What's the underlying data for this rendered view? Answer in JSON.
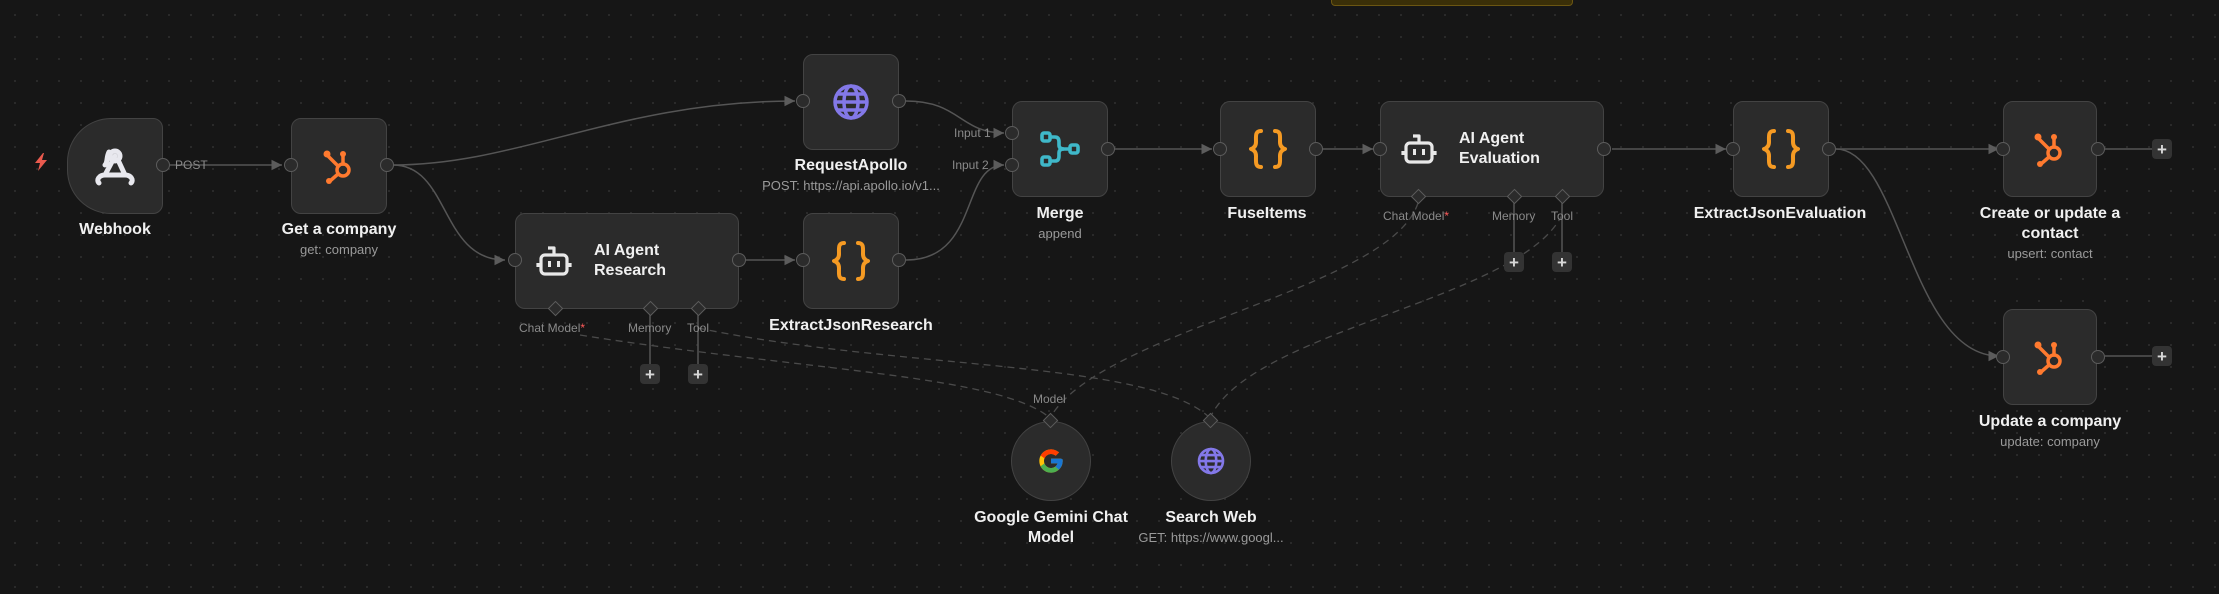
{
  "canvas": {
    "background": "#161616",
    "accent_colors": {
      "hubspot": "#ff7a2f",
      "json": "#f59a23",
      "http": "#8378e8",
      "merge": "#3fb8c9",
      "trigger": "#ea5a4e",
      "required": "#ff5a5a"
    }
  },
  "nodes": {
    "webhook": {
      "title": "Webhook",
      "icon": "webhook-icon",
      "output_label": "POST"
    },
    "get_company": {
      "title": "Get a company",
      "subtitle": "get: company",
      "icon": "hubspot-icon"
    },
    "request_apollo": {
      "title": "RequestApollo",
      "subtitle": "POST: https://api.apollo.io/v1...",
      "icon": "globe-icon"
    },
    "ai_agent_research": {
      "title_line1": "AI Agent",
      "title_line2": "Research",
      "icon": "robot-icon",
      "ports": {
        "chat_model": "Chat Model",
        "required": "*",
        "memory": "Memory",
        "tool": "Tool"
      }
    },
    "extract_json_research": {
      "title": "ExtractJsonResearch",
      "icon": "braces-icon"
    },
    "merge": {
      "title": "Merge",
      "subtitle": "append",
      "icon": "merge-icon",
      "input1": "Input 1",
      "input2": "Input 2"
    },
    "fuse_items": {
      "title": "FuseItems",
      "icon": "braces-icon"
    },
    "ai_agent_evaluation": {
      "title_line1": "AI Agent",
      "title_line2": "Evaluation",
      "icon": "robot-icon",
      "ports": {
        "chat_model": "Chat Model",
        "required": "*",
        "memory": "Memory",
        "tool": "Tool"
      }
    },
    "extract_json_evaluation": {
      "title": "ExtractJsonEvaluation",
      "icon": "braces-icon"
    },
    "create_update_contact": {
      "title_line1": "Create or update a",
      "title_line2": "contact",
      "subtitle": "upsert: contact",
      "icon": "hubspot-icon"
    },
    "update_company": {
      "title": "Update a company",
      "subtitle": "update: company",
      "icon": "hubspot-icon"
    },
    "gemini": {
      "title_line1": "Google Gemini Chat",
      "title_line2": "Model",
      "icon": "google-icon",
      "port_label": "Model"
    },
    "search_web": {
      "title": "Search Web",
      "subtitle": "GET: https://www.googl...",
      "icon": "globe-icon"
    }
  },
  "buttons": {
    "add": "+"
  }
}
